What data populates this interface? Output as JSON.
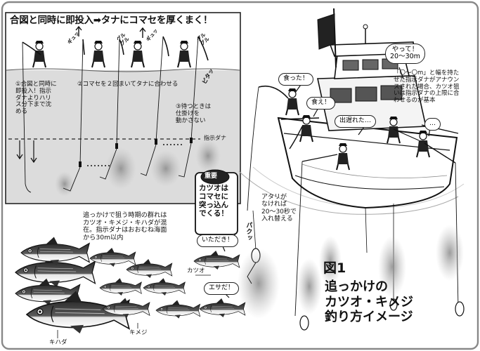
{
  "inset": {
    "title": "合図と同時に即投入➡タナにコマセを厚くまく！",
    "step1": "①合図と同時に\n即投入！指示\nダナよりハリ\nス分下まで沈\nめる",
    "step2": "②コマセを２回まいてタナに合わせる",
    "step3": "③待つときは\n仕掛けを\n動かさない",
    "shiji_dana": "指示ダナ",
    "sfx_gyu1": "ギュッ",
    "sfx_guru1": "グル\nグル",
    "sfx_gyu2": "ギュッ",
    "sfx_guru2": "グル\nグル",
    "sfx_pitatsu": "ピタッ"
  },
  "important": {
    "badge": "重要",
    "text": "カツオは\nコマセに\n突っ込ん\nでくる！"
  },
  "captions": {
    "atari": "アタリが\nなければ\n20～30秒で\n入れ替える",
    "fish_school": "追っかけで狙う時期の群れは\nカツオ・キメジ・キハダが混\n在。指示ダナはおおむね海面\nから30m以内",
    "oom_note": "「〇～〇m」と幅を持た\nせた指示ダナがアナウン\nスされた場合、カツオ狙\nいは指示ダナの上限に合\nわせるのが基本",
    "pakutsu": "パクッ"
  },
  "speech": {
    "katta": "食った！",
    "kue": "食え！",
    "detaare": "出遅れた…",
    "dots": "…",
    "yatte": "やって！\n20～30m",
    "itadaki": "いただき！",
    "esada": "エサだ！"
  },
  "labels": {
    "katsuo": "カツオ",
    "kimeji": "キメジ",
    "kihada": "キハダ"
  },
  "figure": {
    "number": "図1",
    "title": "追っかけの\nカツオ・キメジ\n釣り方イメージ"
  },
  "colors": {
    "ink": "#111111",
    "gray_water": "#dcdcdc",
    "frame": "#888888",
    "chum": "#9a9a9a",
    "title_red": "#cc0000"
  }
}
